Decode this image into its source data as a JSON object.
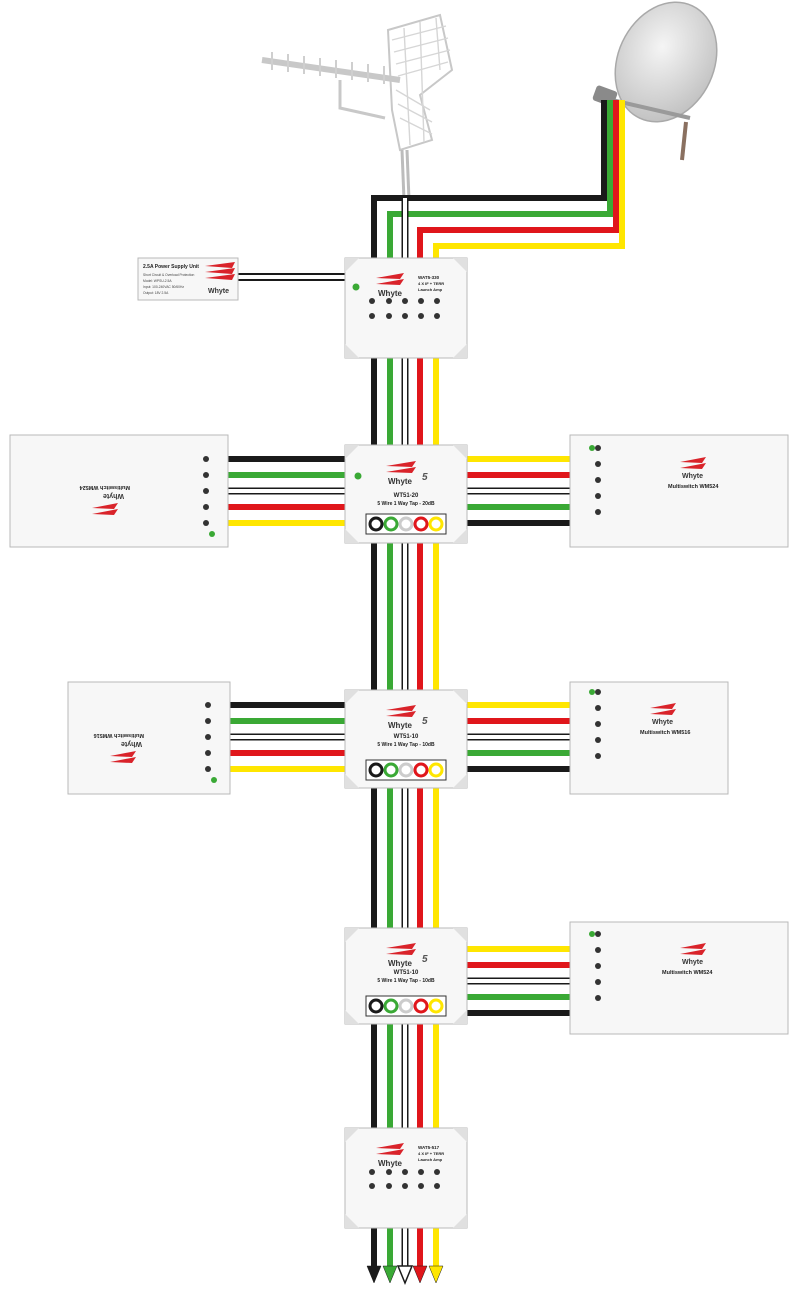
{
  "colors": {
    "black": "#1a1a1a",
    "green": "#3aa935",
    "white": "#ffffff",
    "red": "#e0161b",
    "yellow": "#ffe600",
    "brand_red": "#d9232a",
    "device_body": "#f7f7f7",
    "device_edge": "#b9b9b9",
    "dish": "#e6e6e6",
    "antenna": "#d2d2d2"
  },
  "icons": [
    "satellite-dish-icon",
    "terrestrial-antenna-icon",
    "arrow-down-icon",
    "whyte-logo-icon"
  ],
  "psu": {
    "title": "2.5A Power Supply Unit",
    "line1": "Short Circuit & Overload Protection",
    "line2": "Model: WPSU-2.5A",
    "line3": "Input: 100-240VAC 50/60Hz",
    "line4": "Output: 18V 2.5A"
  },
  "brand": {
    "name": "Whyte",
    "mark": "5"
  },
  "amp_top": {
    "model": "WAT5-330",
    "line1": "4 X IF + TERR",
    "line2": "Launch Amp"
  },
  "amp_bottom": {
    "model": "WAT5-517",
    "line1": "4 X IF + TERR",
    "line2": "Launch Amp"
  },
  "tap1": {
    "model": "WT51-20",
    "desc": "5 Wire 1 Way Tap - 20dB"
  },
  "tap2": {
    "model": "WT51-10",
    "desc": "5 Wire 1 Way Tap - 10dB"
  },
  "tap3": {
    "model": "WT51-10",
    "desc": "5 Wire 1 Way Tap - 10dB"
  },
  "switch_r1": {
    "name": "Multiswitch WM524"
  },
  "switch_l1": {
    "name": "Multiswitch WM524"
  },
  "switch_r2": {
    "name": "Multiswitch WM516"
  },
  "switch_l2": {
    "name": "Multiswitch WM516"
  },
  "switch_r3": {
    "name": "Multiswitch WM524"
  }
}
